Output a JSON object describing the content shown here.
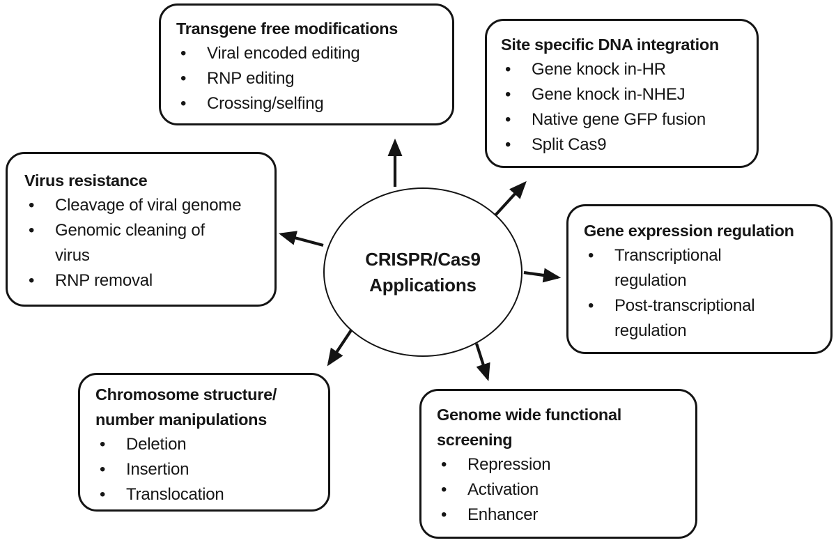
{
  "center": {
    "label": "CRISPR/Cas9\nApplications"
  },
  "boxes": {
    "transgene": {
      "title": "Transgene free modifications",
      "items": [
        "Viral encoded editing",
        "RNP editing",
        "Crossing/selfing"
      ]
    },
    "site_specific": {
      "title": "Site specific DNA integration",
      "items": [
        "Gene knock in-HR",
        "Gene knock in-NHEJ",
        "Native gene GFP fusion",
        "Split Cas9"
      ]
    },
    "virus": {
      "title": "Virus resistance",
      "items": [
        "Cleavage of viral genome",
        "Genomic cleaning of\nvirus",
        "RNP removal"
      ]
    },
    "gene_expression": {
      "title": "Gene expression regulation",
      "items": [
        "Transcriptional\nregulation",
        "Post-transcriptional\nregulation"
      ]
    },
    "chromosome": {
      "title": "Chromosome structure/\nnumber manipulations",
      "items": [
        "Deletion",
        "Insertion",
        "Translocation"
      ]
    },
    "genome_wide": {
      "title": "Genome wide functional\nscreening",
      "items": [
        "Repression",
        "Activation",
        "Enhancer"
      ]
    }
  },
  "connectors": [
    "center-to-transgene-free-modifications",
    "center-to-site-specific-dna-integration",
    "center-to-virus-resistance",
    "center-to-gene-expression-regulation",
    "center-to-chromosome-structure",
    "center-to-genome-wide-screening"
  ],
  "colors": {
    "ink": "#141414",
    "background": "#ffffff"
  }
}
